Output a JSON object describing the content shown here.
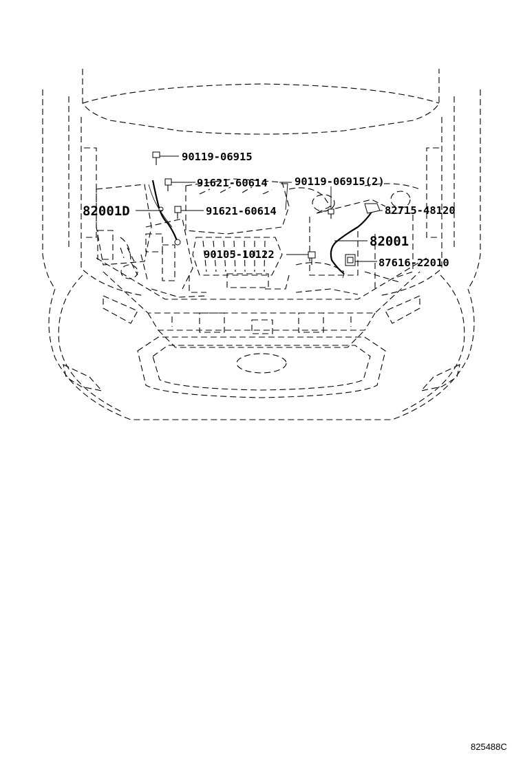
{
  "callouts": {
    "bolt_top": "90119-06915",
    "clamp_upper": "91621-60614",
    "bolt_pair": "90119-06915(2)",
    "harness_left": "82001D",
    "clamp_lower": "91621-60614",
    "bracket_right": "82715-48120",
    "harness_main": "82001",
    "bolt_center": "90105-10122",
    "connector_right": "87616-22010"
  },
  "diagram_code": "825488C"
}
